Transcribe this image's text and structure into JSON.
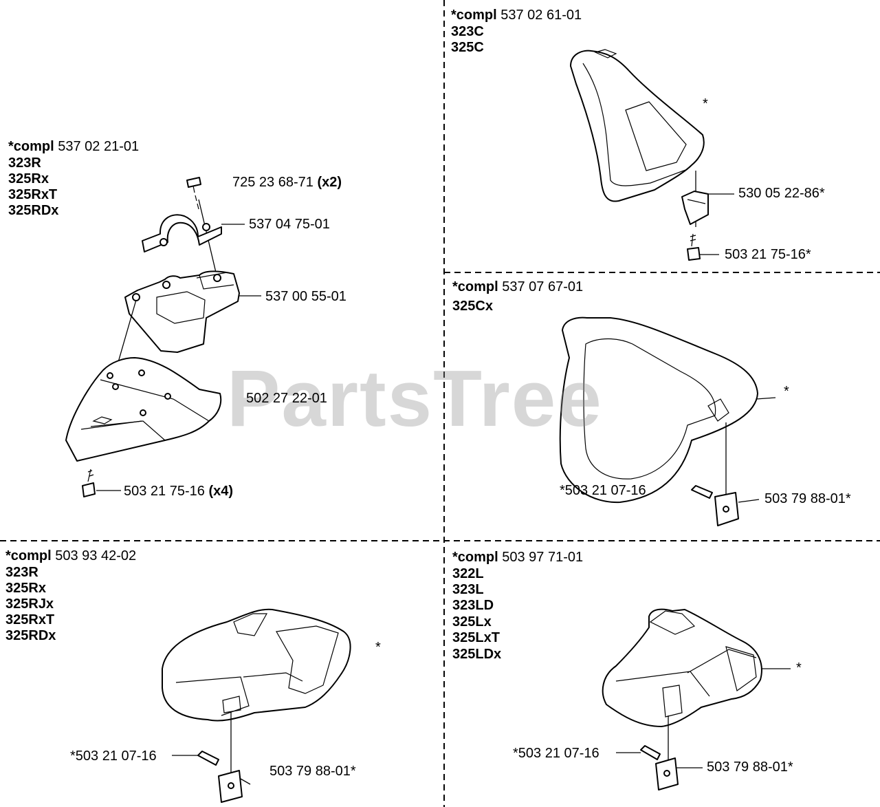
{
  "watermark": "PartsTree",
  "sections": [
    {
      "compl_prefix": "*compl",
      "compl_number": "537 02 21-01",
      "models": [
        "323R",
        "325Rx",
        "325RxT",
        "325RDx"
      ],
      "callouts": [
        {
          "number": "725 23 68-71",
          "qty": "(x2)"
        },
        {
          "number": "537 04 75-01",
          "qty": ""
        },
        {
          "number": "537 00 55-01",
          "qty": ""
        },
        {
          "number": "502 27 22-01",
          "qty": ""
        },
        {
          "number": "503 21 75-16",
          "qty": "(x4)"
        }
      ]
    },
    {
      "compl_prefix": "*compl",
      "compl_number": "537 02 61-01",
      "models": [
        "323C",
        "325C"
      ],
      "callouts": [
        {
          "number": "*",
          "qty": ""
        },
        {
          "number": "530 05 22-86*",
          "qty": ""
        },
        {
          "number": "503 21 75-16*",
          "qty": ""
        }
      ]
    },
    {
      "compl_prefix": "*compl",
      "compl_number": "537 07 67-01",
      "models": [
        "325Cx"
      ],
      "callouts": [
        {
          "number": "*",
          "qty": ""
        },
        {
          "number": "*503 21 07-16",
          "qty": ""
        },
        {
          "number": "503 79 88-01*",
          "qty": ""
        }
      ]
    },
    {
      "compl_prefix": "*compl",
      "compl_number": "503 93 42-02",
      "models": [
        "323R",
        "325Rx",
        "325RJx",
        "325RxT",
        "325RDx"
      ],
      "callouts": [
        {
          "number": "*",
          "qty": ""
        },
        {
          "number": "*503 21 07-16",
          "qty": ""
        },
        {
          "number": "503 79 88-01*",
          "qty": ""
        }
      ]
    },
    {
      "compl_prefix": "*compl",
      "compl_number": "503 97 71-01",
      "models": [
        "322L",
        "323L",
        "323LD",
        "325Lx",
        "325LxT",
        "325LDx"
      ],
      "callouts": [
        {
          "number": "*",
          "qty": ""
        },
        {
          "number": "*503 21 07-16",
          "qty": ""
        },
        {
          "number": "503 79 88-01*",
          "qty": ""
        }
      ]
    }
  ]
}
